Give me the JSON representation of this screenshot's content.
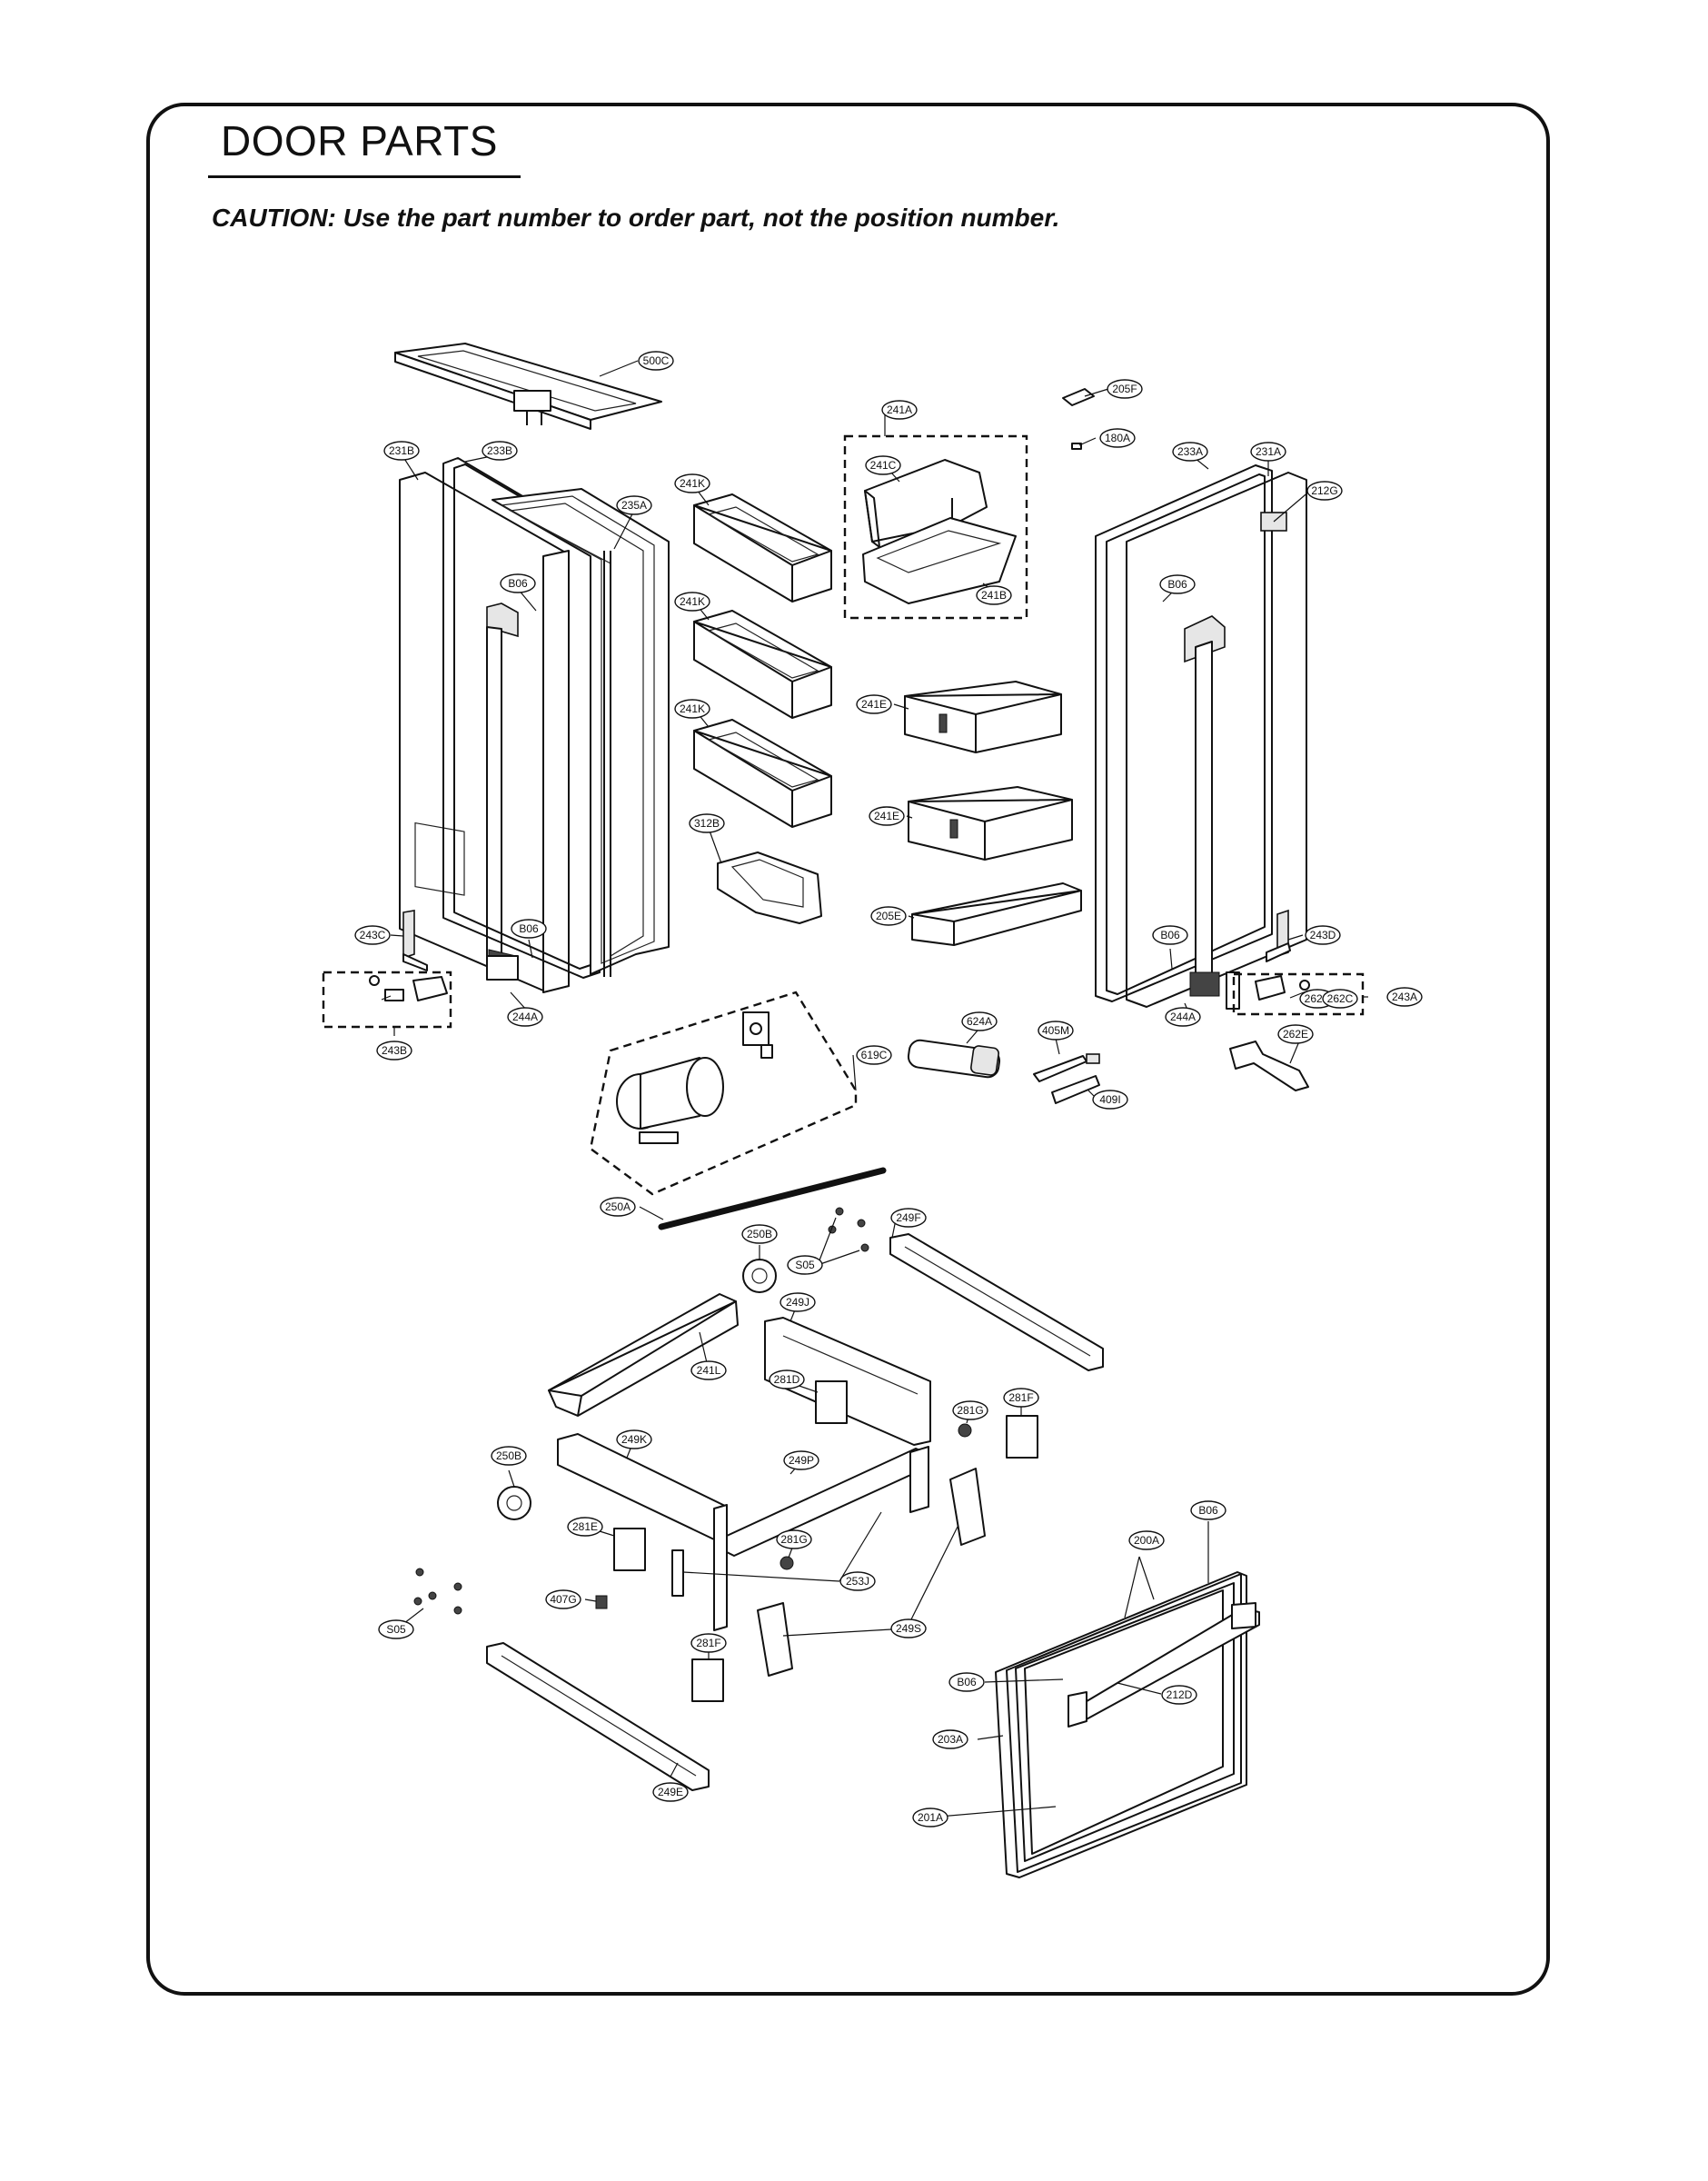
{
  "page": {
    "title": "DOOR PARTS",
    "caution": "CAUTION: Use the part number to order part, not the position number."
  },
  "callouts": [
    "500C",
    "205F",
    "241A",
    "180A",
    "231B",
    "233B",
    "241C",
    "233A",
    "231A",
    "212G",
    "241K",
    "235A",
    "B06",
    "241B",
    "B06",
    "241K",
    "241K",
    "241E",
    "241E",
    "312B",
    "205E",
    "243C",
    "B06",
    "B06",
    "243D",
    "262C",
    "244A",
    "262C",
    "243A",
    "243B",
    "244A",
    "624A",
    "405M",
    "619C",
    "262E",
    "409I",
    "250A",
    "250B",
    "249F",
    "S05",
    "249J",
    "241L",
    "281D",
    "281F",
    "281G",
    "249K",
    "250B",
    "249P",
    "B06",
    "281E",
    "281G",
    "200A",
    "253J",
    "407G",
    "S05",
    "281F",
    "249S",
    "B06",
    "212D",
    "203A",
    "249E",
    "201A"
  ]
}
